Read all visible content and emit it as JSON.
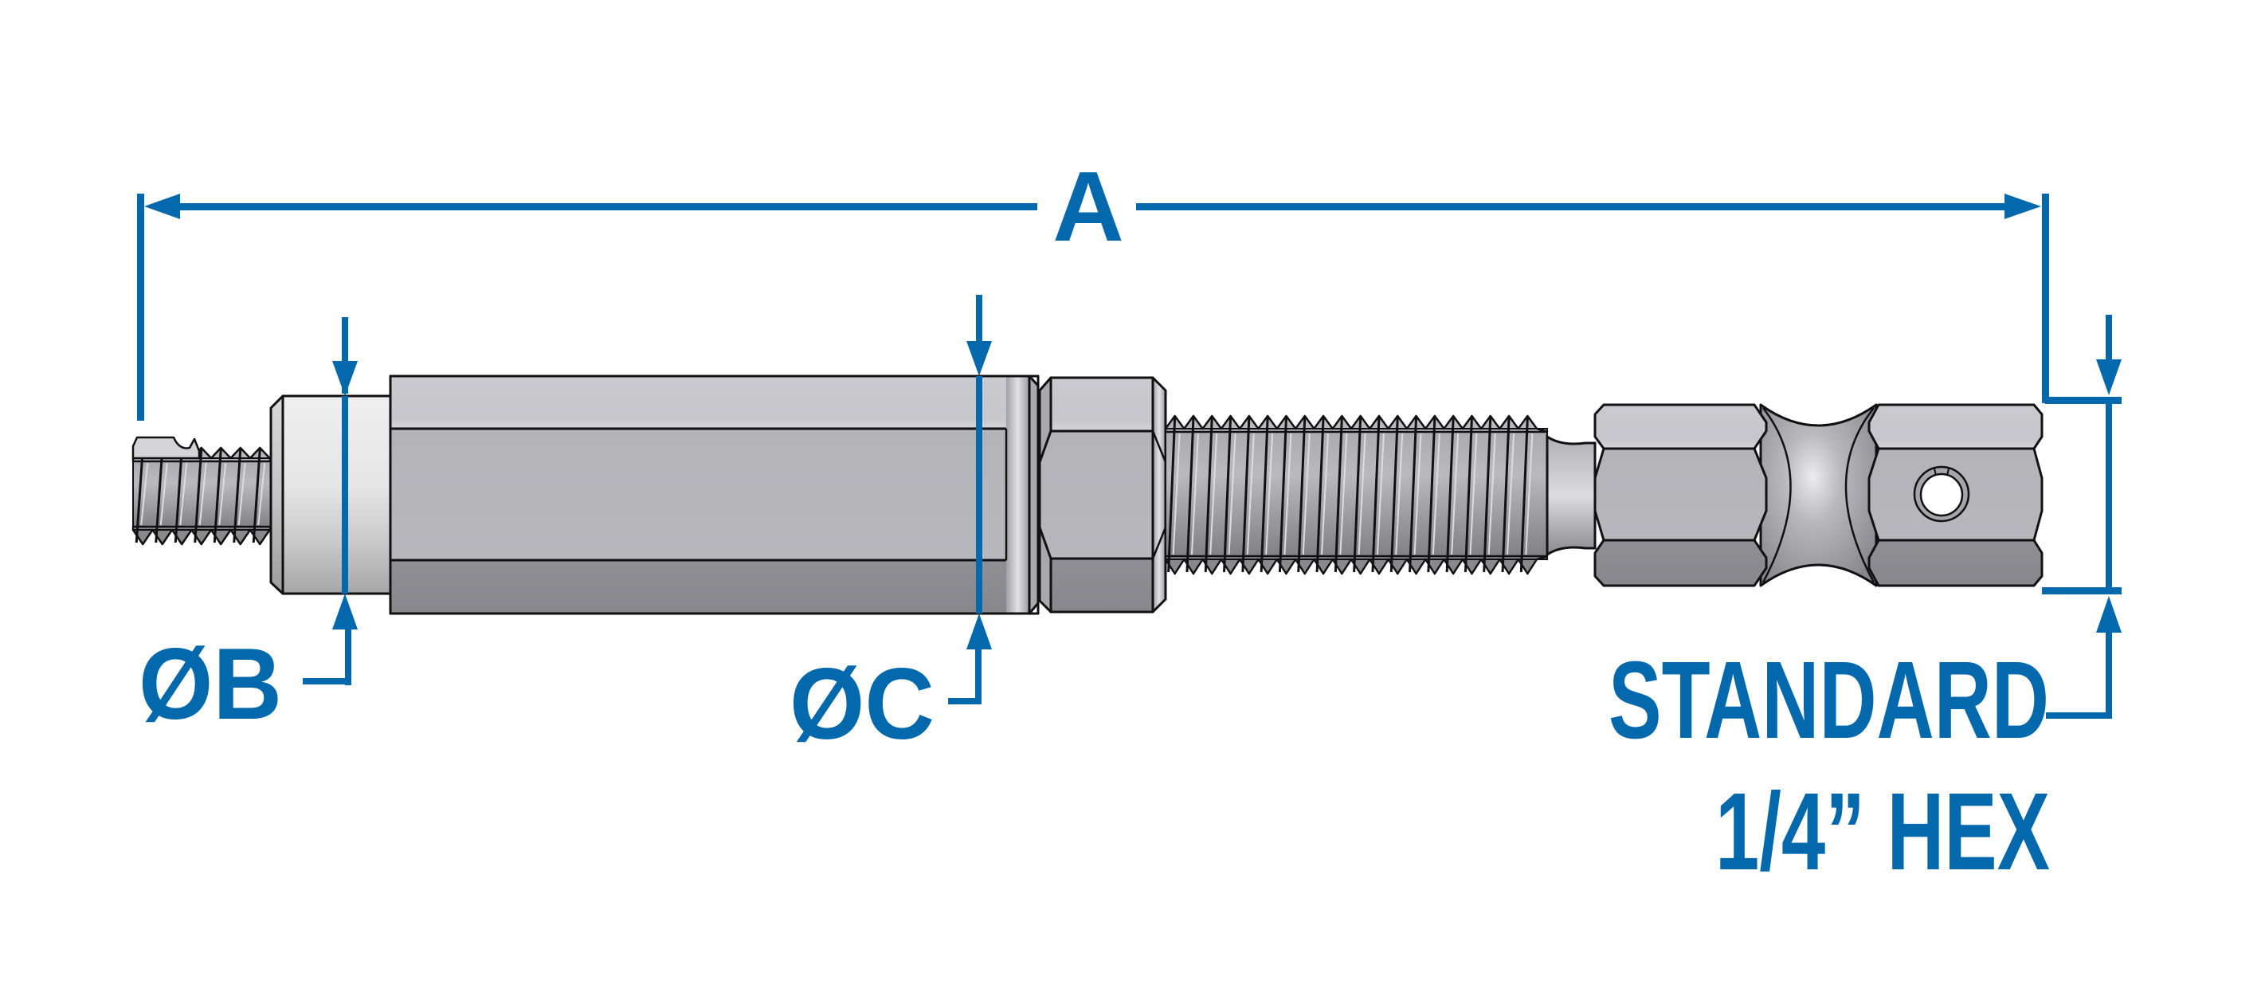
{
  "diagram": {
    "title": "Pilot / adapter dimension drawing",
    "accent_color": "#0369ac",
    "outline_color": "#111111",
    "steel_colors": {
      "top_face": "#c8c8cd",
      "mid_face": "#b4b4b9",
      "bottom_face": "#8a8a8f",
      "light_collar": "#ececec"
    },
    "dimensions": {
      "overall_length": {
        "label": "A"
      },
      "diameter_b": {
        "label": "ØB"
      },
      "diameter_c": {
        "label": "ØC"
      },
      "shank": {
        "line1": "STANDARD",
        "line2": "1/4” HEX"
      }
    },
    "parts": [
      {
        "name": "small-thread",
        "icon": "thread"
      },
      {
        "name": "collar",
        "icon": "cylinder"
      },
      {
        "name": "main-body",
        "icon": "hex-prism"
      },
      {
        "name": "nut",
        "icon": "hex-nut"
      },
      {
        "name": "long-thread",
        "icon": "thread"
      },
      {
        "name": "hex-shank",
        "icon": "hex-shank"
      },
      {
        "name": "cross-hole",
        "icon": "hole"
      }
    ]
  }
}
